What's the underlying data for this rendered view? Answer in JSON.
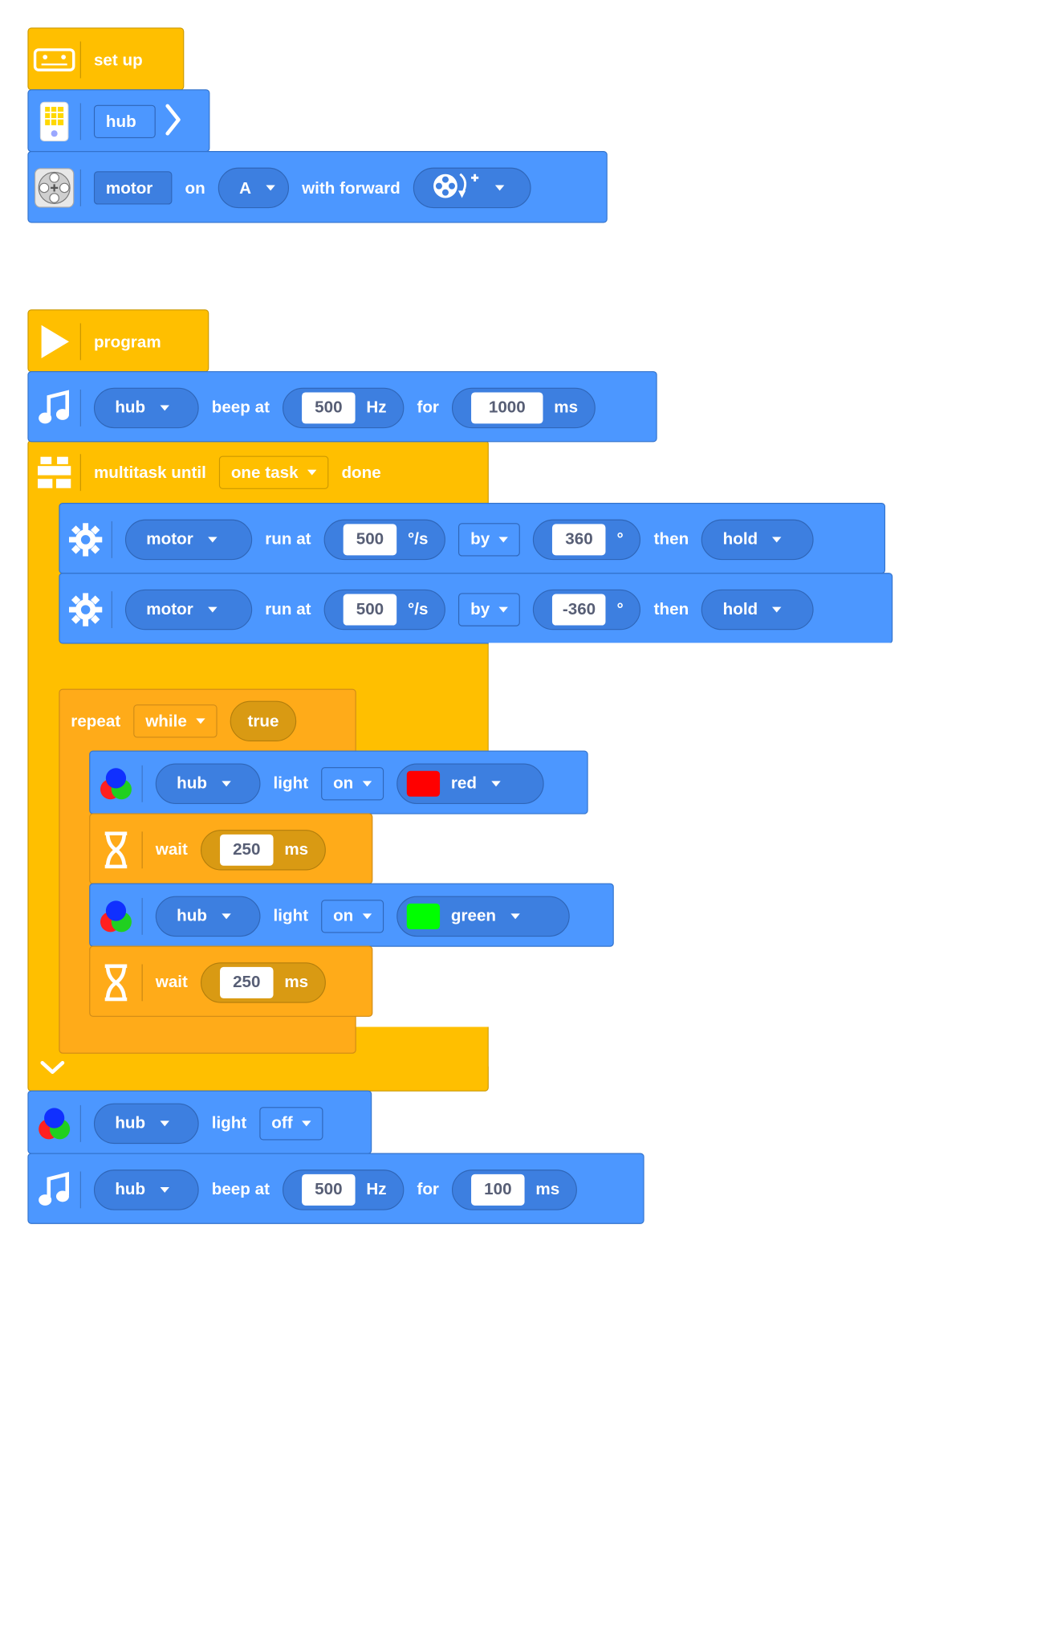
{
  "setup_stack": {
    "hat": {
      "label": "set up"
    },
    "hub_block": {
      "label": "hub",
      "chevron": "chevron-right-icon"
    },
    "motor_block": {
      "device": "motor",
      "on": "on",
      "port": "A",
      "direction_text": "with forward",
      "direction_icon": "clockwise-rotation-icon"
    }
  },
  "program_stack": {
    "hat": {
      "label": "program"
    },
    "beep1": {
      "device": "hub",
      "beep_at": "beep at",
      "freq": "500",
      "hz": "Hz",
      "for": "for",
      "duration": "1000",
      "ms": "ms"
    },
    "multitask": {
      "label": "multitask until",
      "mode": "one task",
      "done": "done"
    },
    "motor1": {
      "device": "motor",
      "run_at": "run at",
      "speed": "500",
      "unit": "°/s",
      "by": "by",
      "angle": "360",
      "deg": "°",
      "then": "then",
      "stop": "hold"
    },
    "motor2": {
      "device": "motor",
      "run_at": "run at",
      "speed": "500",
      "unit": "°/s",
      "by": "by",
      "angle": "-360",
      "deg": "°",
      "then": "then",
      "stop": "hold"
    },
    "repeat": {
      "label": "repeat",
      "mode": "while",
      "cond": "true"
    },
    "light_red": {
      "device": "hub",
      "light": "light",
      "state": "on",
      "color_name": "red",
      "color": "#ff0000"
    },
    "wait1": {
      "label": "wait",
      "value": "250",
      "unit": "ms"
    },
    "light_green": {
      "device": "hub",
      "light": "light",
      "state": "on",
      "color_name": "green",
      "color": "#00ff00"
    },
    "wait2": {
      "label": "wait",
      "value": "250",
      "unit": "ms"
    },
    "light_off": {
      "device": "hub",
      "light": "light",
      "state": "off"
    },
    "beep2": {
      "device": "hub",
      "beep_at": "beep at",
      "freq": "500",
      "hz": "Hz",
      "for": "for",
      "duration": "100",
      "ms": "ms"
    }
  },
  "colors": {
    "blue": "#4c97ff",
    "yellow": "#ffbf00",
    "orange": "#ffab19"
  }
}
